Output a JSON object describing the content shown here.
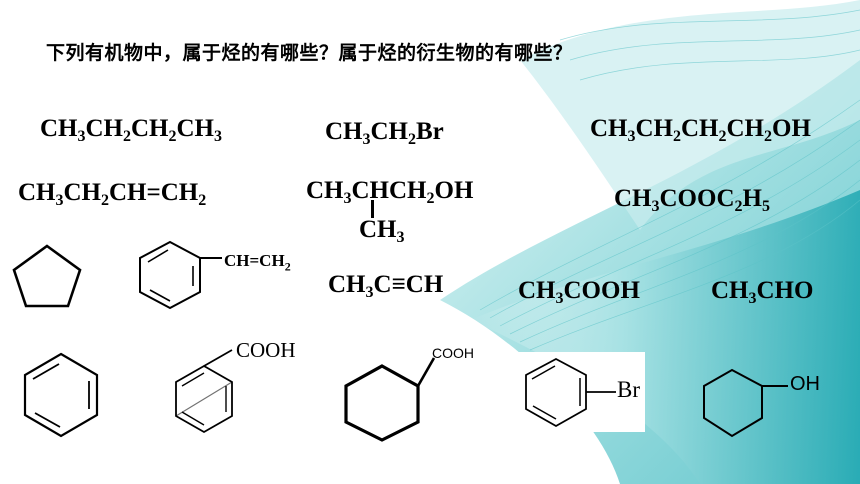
{
  "question": "下列有机物中，属于烃的有哪些？属于烃的衍生物的有哪些？",
  "formulas": {
    "butane": [
      "CH",
      "3",
      "CH",
      "2",
      "CH",
      "2",
      "CH",
      "3"
    ],
    "bromoethane": [
      "CH",
      "3",
      "CH",
      "2",
      "Br"
    ],
    "butanol": [
      "CH",
      "3",
      "CH",
      "2",
      "CH",
      "2",
      "CH",
      "2",
      "OH"
    ],
    "butene": [
      "CH",
      "3",
      "CH",
      "2",
      "CH=CH",
      "2"
    ],
    "isobutanol_main": [
      "CH",
      "3",
      "CHCH",
      "2",
      "OH"
    ],
    "isobutanol_branch": [
      "CH",
      "3"
    ],
    "ethyl_acetate": [
      "CH",
      "3",
      "COOC",
      "2",
      "H",
      "5"
    ],
    "propyne": [
      "CH",
      "3",
      "C≡CH"
    ],
    "acetic_acid": [
      "CH",
      "3",
      "COOH"
    ],
    "acetaldehyde": [
      "CH",
      "3",
      "CHO"
    ]
  },
  "structures": {
    "styrene_label": "CH=CH",
    "styrene_sub": "2",
    "benzoic_acid_label": "COOH",
    "cyclohexane_acid_label": "COOH",
    "bromobenzene_label": "Br",
    "cyclohexanol_label": "OH"
  }
}
